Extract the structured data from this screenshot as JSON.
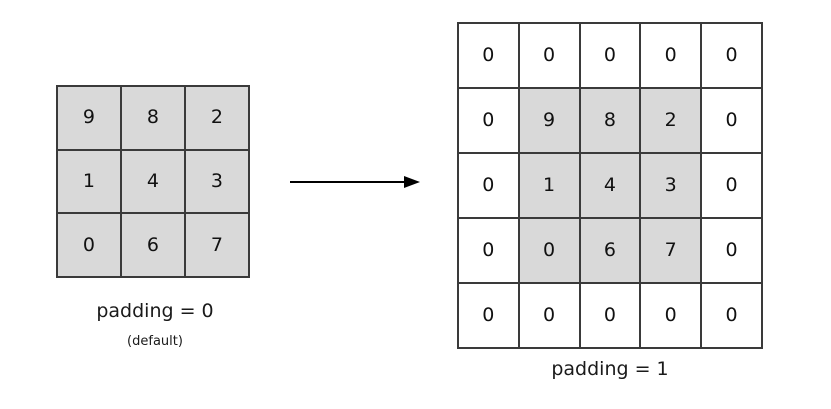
{
  "figure": {
    "title": "",
    "background_color": "#ffffff",
    "shaded_color": "#d9d9d9",
    "line_color": "#3a3a3a",
    "text_color": "#111111"
  },
  "chart_data": {
    "type": "table",
    "title": "",
    "xlabel": "",
    "ylabel": "",
    "description": "Zero-padding of a 3x3 input matrix: padding = 0 (default) on the left, padding = 1 on the right",
    "matrices": [
      {
        "name": "input",
        "rows": 3,
        "cols": 3,
        "caption": "padding = 0",
        "sub_caption": "(default)",
        "values": [
          [
            "9",
            "8",
            "2"
          ],
          [
            "1",
            "4",
            "3"
          ],
          [
            "0",
            "6",
            "7"
          ]
        ],
        "shaded": [
          [
            true,
            true,
            true
          ],
          [
            true,
            true,
            true
          ],
          [
            true,
            true,
            true
          ]
        ]
      },
      {
        "name": "padded",
        "rows": 5,
        "cols": 5,
        "caption": "padding = 1",
        "sub_caption": "",
        "values": [
          [
            "0",
            "0",
            "0",
            "0",
            "0"
          ],
          [
            "0",
            "9",
            "8",
            "2",
            "0"
          ],
          [
            "0",
            "1",
            "4",
            "3",
            "0"
          ],
          [
            "0",
            "0",
            "6",
            "7",
            "0"
          ],
          [
            "0",
            "0",
            "0",
            "0",
            "0"
          ]
        ],
        "shaded": [
          [
            false,
            false,
            false,
            false,
            false
          ],
          [
            false,
            true,
            true,
            true,
            false
          ],
          [
            false,
            true,
            true,
            true,
            false
          ],
          [
            false,
            true,
            true,
            true,
            false
          ],
          [
            false,
            false,
            false,
            false,
            false
          ]
        ]
      }
    ],
    "arrow": {
      "label": "",
      "direction": "right"
    }
  }
}
